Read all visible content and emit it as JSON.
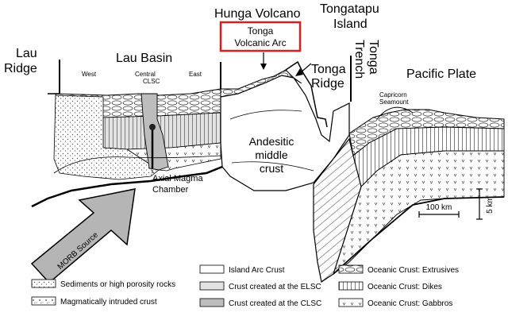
{
  "titles": {
    "hunga_volcano": "Hunga Volcano",
    "tongatapu_line1": "Tongatapu",
    "tongatapu_line2": "Island",
    "arc_line1": "Tonga",
    "arc_line2": "Volcanic Arc",
    "arc_box_color": "#d32020"
  },
  "regions": {
    "lau_ridge_line1": "Lau",
    "lau_ridge_line2": "Ridge",
    "lau_basin": "Lau Basin",
    "west": "West",
    "central": "Central",
    "clsc": "CLSC",
    "east": "East",
    "tonga_ridge_line1": "Tonga",
    "tonga_ridge_line2": "Ridge",
    "tonga_trench_line1": "Tonga",
    "tonga_trench_line2": "Trench",
    "pacific_plate": "Pacific Plate",
    "capricorn_line1": "Capricorn",
    "capricorn_line2": "Seamount",
    "andesitic_line1": "Andesitic",
    "andesitic_line2": "middle",
    "andesitic_line3": "crust",
    "axial_line1": "Axial Magma",
    "axial_line2": "Chamber",
    "morb_source": "MORB Source"
  },
  "scale": {
    "horizontal": "100 km",
    "vertical": "5 km"
  },
  "legend": [
    {
      "label": "Sediments or high porosity rocks",
      "pattern": "dots"
    },
    {
      "label": "Magmatically intruded crust",
      "pattern": "speckle"
    },
    {
      "label": "Island Arc Crust",
      "pattern": "blank"
    },
    {
      "label": "Crust created at the ELSC",
      "pattern": "light-gray"
    },
    {
      "label": "Crust created at the CLSC",
      "pattern": "gray"
    },
    {
      "label": "Oceanic Crust: Extrusives",
      "pattern": "pillows"
    },
    {
      "label": "Oceanic Crust: Dikes",
      "pattern": "dikes"
    },
    {
      "label": "Oceanic Crust: Gabbros",
      "pattern": "gabbro"
    }
  ]
}
